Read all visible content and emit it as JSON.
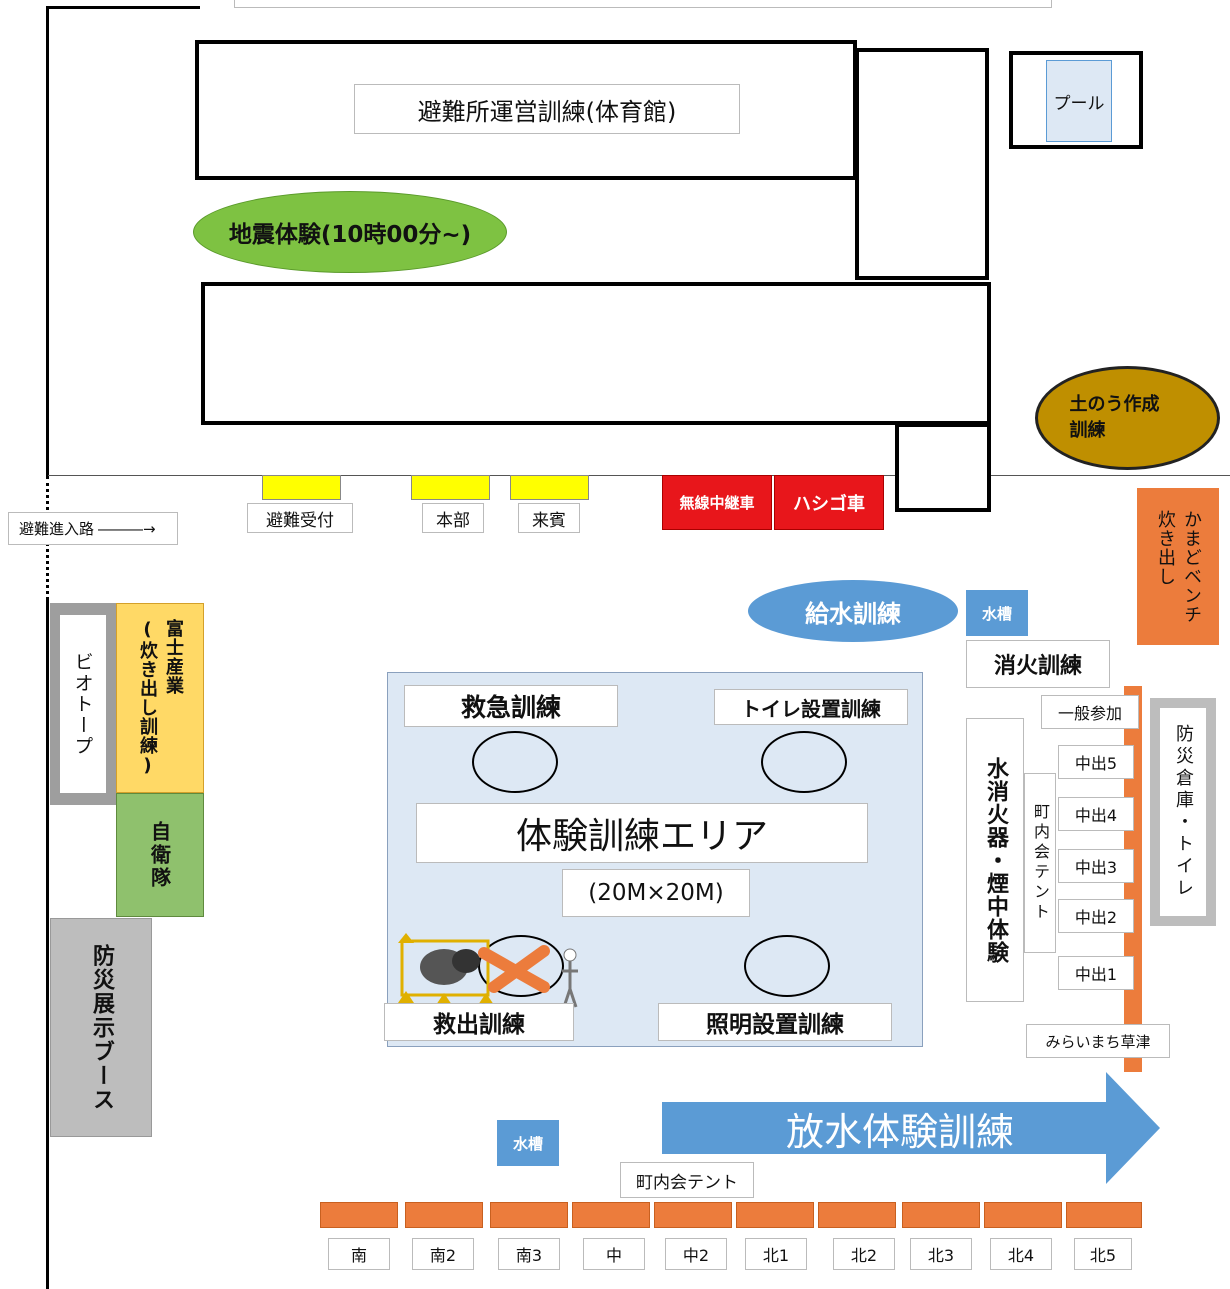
{
  "gym_label": "避難所運営訓練(体育館)",
  "pool_label": "プール",
  "quake_label": "地震体験(10時00分~)",
  "sandbag_label": "土のう作成\n訓練",
  "entrance_label": "避難進入路",
  "reception_label": "避難受付",
  "hq_label": "本部",
  "guests_label": "来賓",
  "radio_truck_label": "無線中継車",
  "ladder_truck_label": "ハシゴ車",
  "kamado_label": "かまどベンチ\n炊き出し",
  "water_supply_label": "給水訓練",
  "water_tank_label": "水槽",
  "fire_drill_label": "消火訓練",
  "general_label": "一般参加",
  "storage_label": "防災倉庫・トイレ",
  "extinguisher_label": "水消火器・煙中体験",
  "town_tent_vertical_label": "町内会テント",
  "right_tents": [
    "中出5",
    "中出4",
    "中出3",
    "中出2",
    "中出1"
  ],
  "mirai_label": "みらいまち草津",
  "biotope_label": "ビオトープ",
  "fuji_label": "富士産業\n(炊き出し訓練)",
  "sdf_label": "自衛隊",
  "display_booth_label": "防災展示ブース",
  "area": {
    "title": "体験訓練エリア",
    "size": "(20M×20M)",
    "first_aid": "救急訓練",
    "toilet": "トイレ設置訓練",
    "rescue": "救出訓練",
    "lighting": "照明設置訓練"
  },
  "hose_label": "放水体験訓練",
  "water_tank2_label": "水槽",
  "town_tent_label": "町内会テント",
  "bottom_tents": [
    "南",
    "南2",
    "南3",
    "中",
    "中2",
    "北1",
    "北2",
    "北3",
    "北4",
    "北5"
  ],
  "colors": {
    "yellow": "#ffff00",
    "red": "#e8161b",
    "orange": "#ec7c3c",
    "blue": "#5b9bd5",
    "green": "#7ec242",
    "brown": "#bf8f00",
    "gray": "#bdbdbd",
    "light_blue": "#dde8f4"
  }
}
